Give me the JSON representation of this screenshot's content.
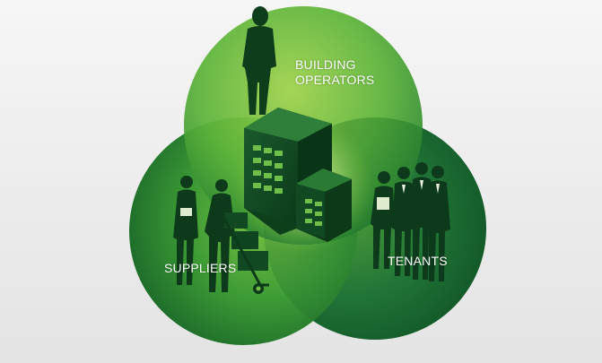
{
  "diagram": {
    "labels": {
      "building_operators_line1": "BUILDING",
      "building_operators_line2": "OPERATORS",
      "tenants": "TENANTS",
      "suppliers": "SUPPLIERS"
    },
    "colors": {
      "circle_light": "#8cc63f",
      "circle_mid": "#3fa535",
      "circle_dark": "#0f5a26",
      "center_glow": "#e6f5c8",
      "silhouette": "#0e3d1c",
      "background": "#eeeeee"
    },
    "icons": [
      "building-operator-silhouette",
      "office-building",
      "tenants-group-silhouette",
      "suppliers-silhouette"
    ]
  }
}
